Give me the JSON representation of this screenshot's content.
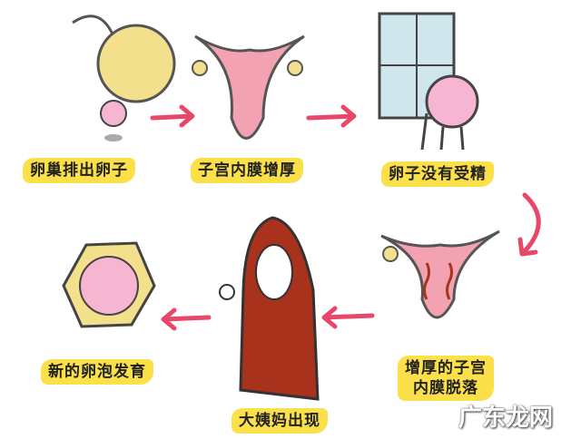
{
  "steps": [
    {
      "label": "卵巢排出卵子"
    },
    {
      "label": "子宫内膜增厚"
    },
    {
      "label": "卵子没有受精"
    },
    {
      "label_line1": "增厚的子宫",
      "label_line2": "内膜脱落"
    },
    {
      "label": "大姨妈出现"
    },
    {
      "label": "新的卵泡发育"
    }
  ],
  "watermark": "广东龙网",
  "colors": {
    "arrow": "#e8476a",
    "highlight": "#fbe04a",
    "uterus": "#f2a2b0",
    "cloak": "#a8321c"
  }
}
